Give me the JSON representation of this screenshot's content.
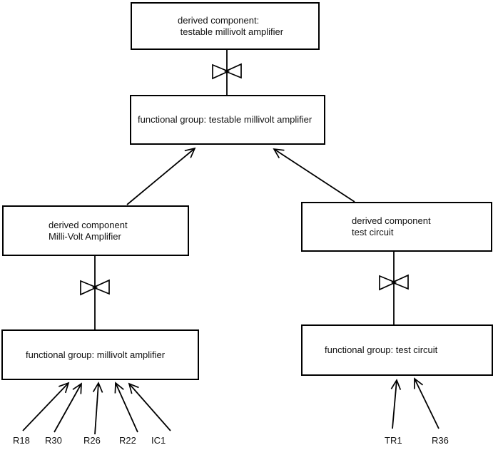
{
  "diagram": {
    "background_color": "#ffffff",
    "stroke_color": "#000000",
    "text_color": "#111111",
    "nodes": [
      {
        "id": "derived-component-testable-millivolt-amplifier",
        "lines": [
          "derived component:",
          " testable millivolt amplifier"
        ]
      },
      {
        "id": "functional-group-testable-millivolt-amplifier",
        "lines": [
          "functional group: testable millivolt amplifier"
        ]
      },
      {
        "id": "derived-component-milli-volt-amplifier",
        "lines": [
          "derived component",
          "Milli-Volt Amplifier"
        ]
      },
      {
        "id": "derived-component-test-circuit",
        "lines": [
          "derived component",
          "test circuit"
        ]
      },
      {
        "id": "functional-group-millivolt-amplifier",
        "lines": [
          "functional group: millivolt amplifier"
        ]
      },
      {
        "id": "functional-group-test-circuit",
        "lines": [
          "functional group: test circuit"
        ]
      }
    ],
    "leaves": [
      "R18",
      "R30",
      "R26",
      "R22",
      "IC1",
      "TR1",
      "R36"
    ],
    "edges": [
      {
        "from": "derived-component-testable-millivolt-amplifier",
        "to": "functional-group-testable-millivolt-amplifier",
        "symbol": "bowtie"
      },
      {
        "from": "derived-component-milli-volt-amplifier",
        "to": "functional-group-millivolt-amplifier",
        "symbol": "bowtie"
      },
      {
        "from": "derived-component-test-circuit",
        "to": "functional-group-test-circuit",
        "symbol": "bowtie"
      },
      {
        "from": "derived-component-milli-volt-amplifier",
        "to": "functional-group-testable-millivolt-amplifier",
        "symbol": "open-arrow"
      },
      {
        "from": "derived-component-test-circuit",
        "to": "functional-group-testable-millivolt-amplifier",
        "symbol": "open-arrow"
      },
      {
        "from": "R18",
        "to": "functional-group-millivolt-amplifier",
        "symbol": "open-arrow"
      },
      {
        "from": "R30",
        "to": "functional-group-millivolt-amplifier",
        "symbol": "open-arrow"
      },
      {
        "from": "R26",
        "to": "functional-group-millivolt-amplifier",
        "symbol": "open-arrow"
      },
      {
        "from": "R22",
        "to": "functional-group-millivolt-amplifier",
        "symbol": "open-arrow"
      },
      {
        "from": "IC1",
        "to": "functional-group-millivolt-amplifier",
        "symbol": "open-arrow"
      },
      {
        "from": "TR1",
        "to": "functional-group-test-circuit",
        "symbol": "open-arrow"
      },
      {
        "from": "R36",
        "to": "functional-group-test-circuit",
        "symbol": "open-arrow"
      }
    ]
  }
}
